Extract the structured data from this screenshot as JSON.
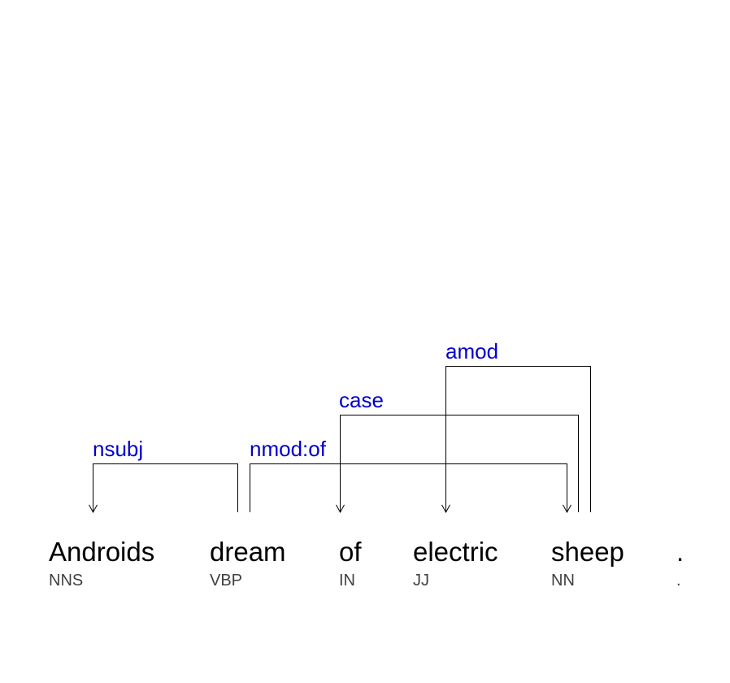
{
  "tokens": [
    {
      "word": "Androids",
      "tag": "NNS"
    },
    {
      "word": "dream",
      "tag": "VBP"
    },
    {
      "word": "of",
      "tag": "IN"
    },
    {
      "word": "electric",
      "tag": "JJ"
    },
    {
      "word": "sheep",
      "tag": "NN"
    },
    {
      "word": ".",
      "tag": "."
    }
  ],
  "dependencies": [
    {
      "label": "nsubj",
      "head": 1,
      "dependent": 0
    },
    {
      "label": "nmod:of",
      "head": 1,
      "dependent": 4
    },
    {
      "label": "case",
      "head": 4,
      "dependent": 2
    },
    {
      "label": "amod",
      "head": 4,
      "dependent": 3
    }
  ],
  "colors": {
    "relation_label": "#0000cc",
    "word": "#000000",
    "tag": "#404040",
    "arc": "#000000"
  }
}
